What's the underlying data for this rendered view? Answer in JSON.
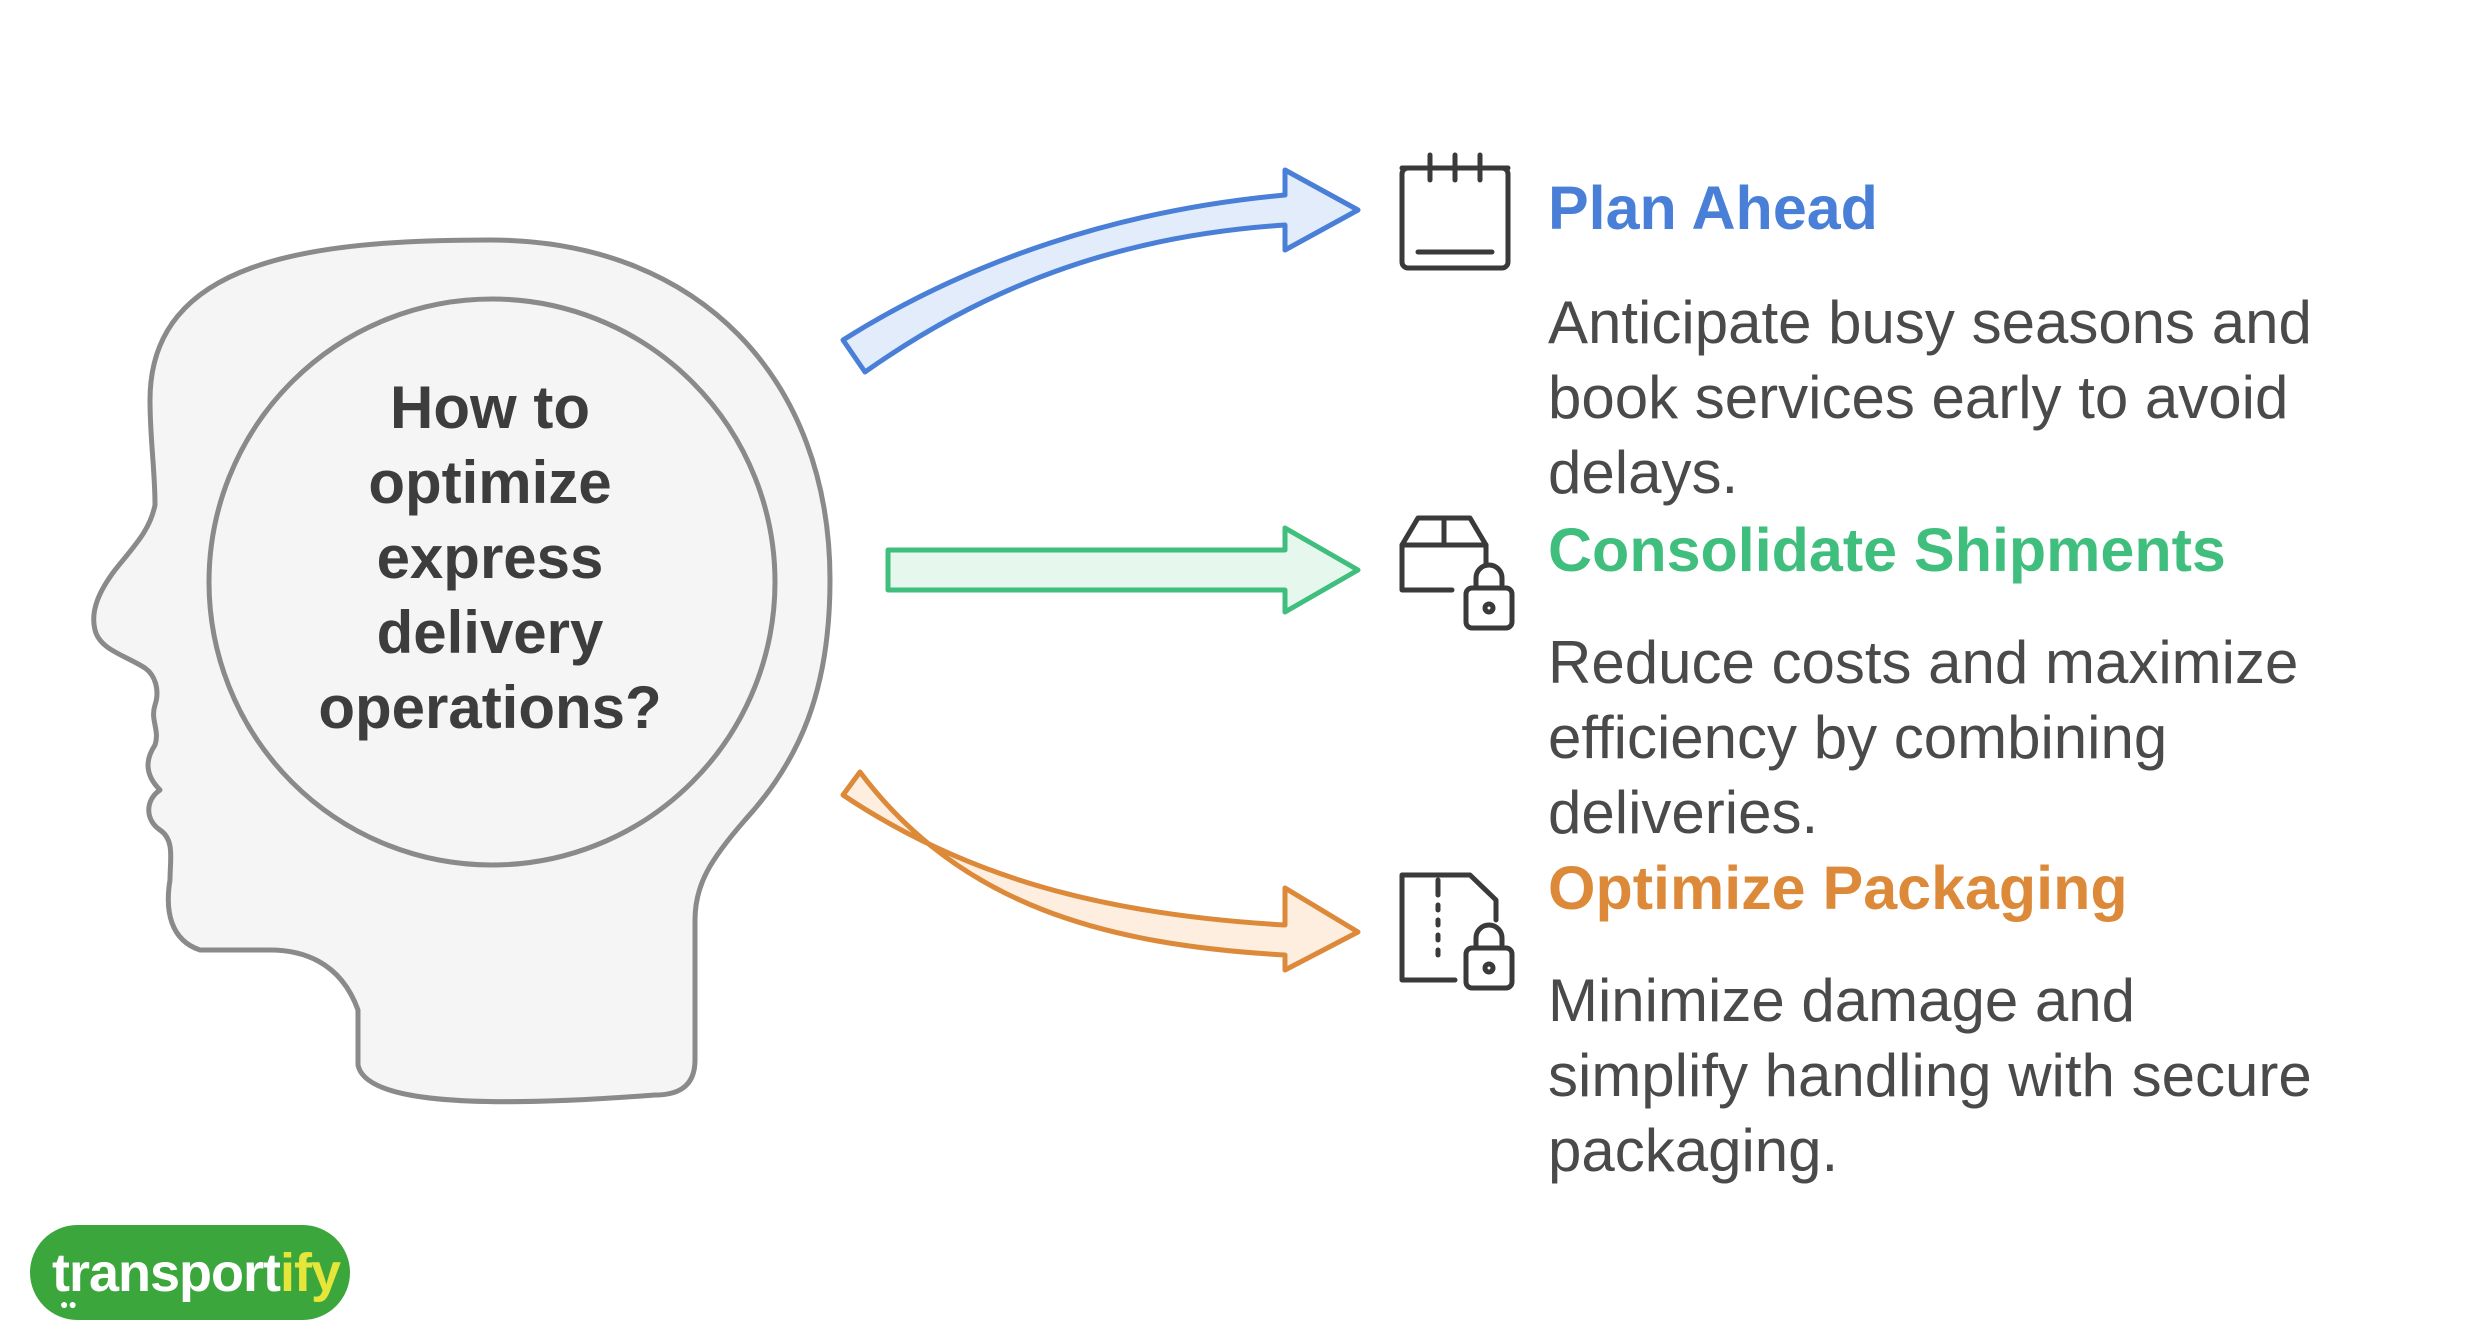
{
  "question_lines": [
    "How to",
    "optimize",
    "express",
    "delivery",
    "operations?"
  ],
  "branches": [
    {
      "title": "Plan Ahead",
      "description_lines": [
        "Anticipate busy seasons and",
        "book services early to avoid",
        "delays."
      ],
      "icon": "calendar-icon",
      "color": "#4a7fd8",
      "fill": "#e3ecfb"
    },
    {
      "title": "Consolidate Shipments",
      "description_lines": [
        "Reduce costs and maximize",
        "efficiency by combining",
        "deliveries."
      ],
      "icon": "locked-box-icon",
      "color": "#3fbe7d",
      "fill": "#e6f7ee"
    },
    {
      "title": "Optimize Packaging",
      "description_lines": [
        "Minimize damage and",
        "simplify handling with secure",
        "packaging."
      ],
      "icon": "locked-zip-file-icon",
      "color": "#dc8a3a",
      "fill": "#fdeee0"
    }
  ],
  "logo": {
    "text_main": "transport",
    "text_accent": "ify",
    "color": "#3aa63b",
    "accent_color": "#e6e63a"
  }
}
